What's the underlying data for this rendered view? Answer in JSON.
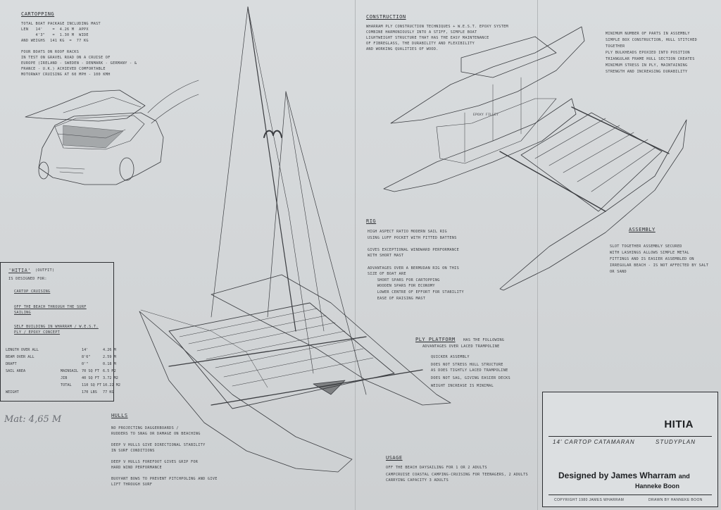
{
  "title_block": {
    "name": "HITIA",
    "subtitle": "14' CARTOP CATAMARAN",
    "plan_type": "STUDYPLAN",
    "designed_by": "Designed by James Wharram",
    "and": "and",
    "co_designer": "Hanneke Boon",
    "copyright": "COPYRIGHT 1980 JAMES WHARRAM",
    "drawn_by": "DRAWN BY HANNEKE BOON"
  },
  "cartopping": {
    "heading": "CARTOPPING",
    "text": "TOTAL BOAT PACKAGE INCLUDING MAST\nLEN   14'    =  4.26 M  APPX\n      4'3\"   =  1.30 M  WIDE\nAND WEIGHS  141 KG  =  77 KG\n\nFOUR BOATS ON ROOF RACKS\nIN TEST ON GRAVEL ROAD ON A CRUISE OF\nEUROPE (IRELAND - SWEDEN - DENMARK - GERMANY - &\nFRANCE - U.K.) ACHIEVED COMFORTABLE\nMOTORWAY CRUISING AT 60 MPH - 100 KMH"
  },
  "construction": {
    "heading": "CONSTRUCTION",
    "text": "WHARRAM PLY CONSTRUCTION TECHNIQUES + W.E.S.T. EPOXY SYSTEM\nCOMBINE HARMONIOUSLY INTO A STIFF, SIMPLE BOAT\nLIGHTWEIGHT STRUCTURE THAT HAS THE EASY MAINTENANCE\nOF FIBREGLASS, THE DURABILITY AND FLEXIBILITY\nAND WORKING QUALITIES OF WOOD."
  },
  "construction_points": {
    "text": "MINIMUM NUMBER OF PARTS IN ASSEMBLY\nSIMPLE BOX CONSTRUCTION, HULL STITCHED\nTOGETHER\nPLY BULKHEADS EPOXIED INTO POSITION\nTRIANGULAR FRAME HULL SECTION CREATES\nMINIMUM STRESS IN PLY, MAINTAINING\nSTRENGTH AND INCREASING DURABILITY"
  },
  "rig": {
    "heading": "RIG",
    "text": "HIGH ASPECT RATIO MODERN SAIL RIG\nUSING LUFF POCKET WITH FITTED BATTENS\n\nGIVES EXCEPTIONAL WINDWARD PERFORMANCE\nWITH SHORT MAST\n\nADVANTAGES OVER A BERMUDAN RIG ON THIS\nSIZE OF BOAT ARE\n    SHORT SPARS FOR CARTOPPING\n    WOODEN SPARS FOR ECONOMY\n    LOWER CENTRE OF EFFORT FOR STABILITY\n    EASE OF RAISING MAST"
  },
  "assembly": {
    "heading": "ASSEMBLY",
    "text": "SLOT TOGETHER ASSEMBLY SECURED\nWITH LASHINGS ALLOWS SIMPLE METAL\nFITTINGS AND IS EASIER ASSEMBLED ON\nIRREGULAR BEACH - IS NOT AFFECTED BY SALT\nOR SAND"
  },
  "ply_platform": {
    "heading": "PLY PLATFORM",
    "heading_rest": "HAS THE FOLLOWING",
    "sub": "ADVANTAGES OVER LACED TRAMPOLINE",
    "items": [
      "QUICKER ASSEMBLY",
      "DOES NOT STRESS HULL STRUCTURE\nAS DOES TIGHTLY LACED TRAMPOLINE",
      "DOES NOT SAG, GIVING EASIER DECKS",
      "WEIGHT INCREASE IS MINIMAL"
    ]
  },
  "hitia_box": {
    "heading": "'HITIA'",
    "heading_note": "(OUTFIT)",
    "intro": "IS DESIGNED FOR:",
    "items": [
      "CARTOP CRUISING",
      "OFF THE BEACH THROUGH THE SURF\nSAILING",
      "SELF BUILDING IN WHARRAM / W.E.S.T.\nPLY / EPOXY CONCEPT"
    ]
  },
  "specs": [
    {
      "label": "LENGTH OVER ALL",
      "sub": "",
      "imp": "14'",
      "metric": "4.26 M"
    },
    {
      "label": "BEAM OVER ALL",
      "sub": "",
      "imp": "8'6\"",
      "metric": "2.59 M"
    },
    {
      "label": "DRAFT",
      "sub": "",
      "imp": "0'\"",
      "metric": "0.18 M"
    },
    {
      "label": "SAIL AREA",
      "sub": "MAINSAIL",
      "imp": "70 SQ FT",
      "metric": "6.5 M2"
    },
    {
      "label": "",
      "sub": "JIB",
      "imp": "40 SQ FT",
      "metric": "3.72 M2"
    },
    {
      "label": "",
      "sub": "TOTAL",
      "imp": "110 SQ FT",
      "metric": "10.22 M2"
    },
    {
      "label": "WEIGHT",
      "sub": "",
      "imp": "170 LBS",
      "metric": "77 KG"
    }
  ],
  "handwritten_note": "Mat: 4,65 M",
  "hulls": {
    "heading": "HULLS",
    "items": [
      "NO PROJECTING DAGGERBOARDS /\nRUDDERS TO SNAG OR DAMAGE ON BEACHING",
      "DEEP V HULLS GIVE DIRECTIONAL STABILITY\nIN SURF CONDITIONS",
      "DEEP V HULLS FOREFOOT GIVES GRIP FOR\nHARD WIND PERFORMANCE",
      "BUOYANT BOWS TO PREVENT PITCHPOLING AND GIVE\nLIFT THROUGH SURF"
    ]
  },
  "usage": {
    "heading": "USAGE",
    "items": [
      "OFF THE BEACH DAYSAILING FOR 1 OR 2 ADULTS",
      "CAMPCRUISE COASTAL CAMPING-CRUISING FOR TEENAGERS, 2 ADULTS\nCARRYING CAPACITY 3 ADULTS"
    ]
  },
  "label_stitch": "EPOXY FILLET",
  "colors": {
    "paper": "#d3d6d8",
    "ink": "#2b2d30"
  }
}
